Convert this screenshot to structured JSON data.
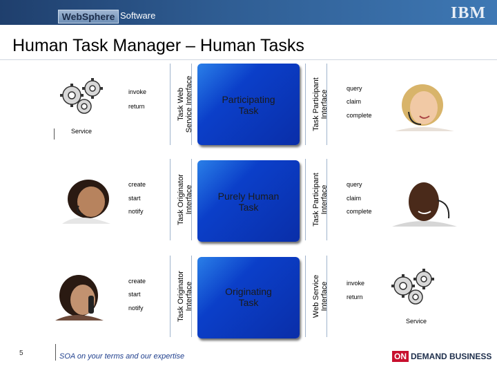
{
  "header": {
    "brand": "WebSphere",
    "product_line": "Software",
    "company_logo": "IBM"
  },
  "title": "Human Task Manager – Human Tasks",
  "left": {
    "row1": {
      "ops": [
        "invoke",
        "return"
      ],
      "caption": "Service",
      "icon": "gears-icon"
    },
    "row2": {
      "ops": [
        "create",
        "start",
        "notify"
      ],
      "icon": "person-headset-photo"
    },
    "row3": {
      "ops": [
        "create",
        "start",
        "notify"
      ],
      "icon": "person-phone-photo"
    }
  },
  "left_interfaces": [
    "Task Web\nService Interface",
    "Task Originator\nInterface",
    "Task Originator\nInterface"
  ],
  "tasks": [
    {
      "label": "Participating\nTask"
    },
    {
      "label": "Purely Human\nTask"
    },
    {
      "label": "Originating\nTask"
    }
  ],
  "right_interfaces": [
    "Task Participant\nInterface",
    "Task Participant\nInterface",
    "Web Service\nInterface"
  ],
  "right": {
    "row1": {
      "ops": [
        "query",
        "claim",
        "complete"
      ],
      "icon": "person-headset-photo"
    },
    "row2": {
      "ops": [
        "query",
        "claim",
        "complete"
      ],
      "icon": "person-headset-photo"
    },
    "row3": {
      "ops": [
        "invoke",
        "return"
      ],
      "caption": "Service",
      "icon": "gears-icon"
    }
  },
  "footer": {
    "page_number": "5",
    "tagline": "SOA on your terms and our expertise",
    "badge_on": "ON",
    "badge_text": "DEMAND BUSINESS"
  },
  "colors": {
    "header_blue": "#2f5d93",
    "task_blue": "#0b3fc9",
    "tagline_blue": "#1f3f8d",
    "badge_red": "#c8102e"
  }
}
